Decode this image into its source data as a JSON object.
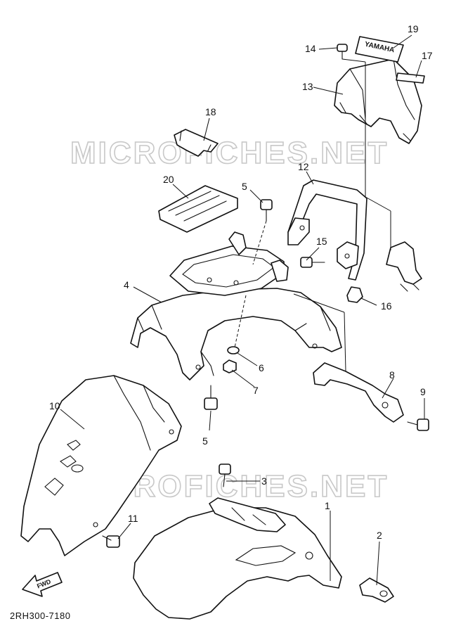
{
  "diagram": {
    "watermark_text": "MICROFICHES.NET",
    "diagram_code": "2RH300-7180",
    "fwd_label": "FWD",
    "decal_text": "YAMAHA",
    "callouts": {
      "c1": "1",
      "c2": "2",
      "c3": "3",
      "c4": "4",
      "c5a": "5",
      "c5b": "5",
      "c6": "6",
      "c7": "7",
      "c8": "8",
      "c9": "9",
      "c10": "10",
      "c11": "11",
      "c12": "12",
      "c13": "13",
      "c14": "14",
      "c15": "15",
      "c16": "16",
      "c17": "17",
      "c18": "18",
      "c19": "19",
      "c20": "20"
    }
  }
}
